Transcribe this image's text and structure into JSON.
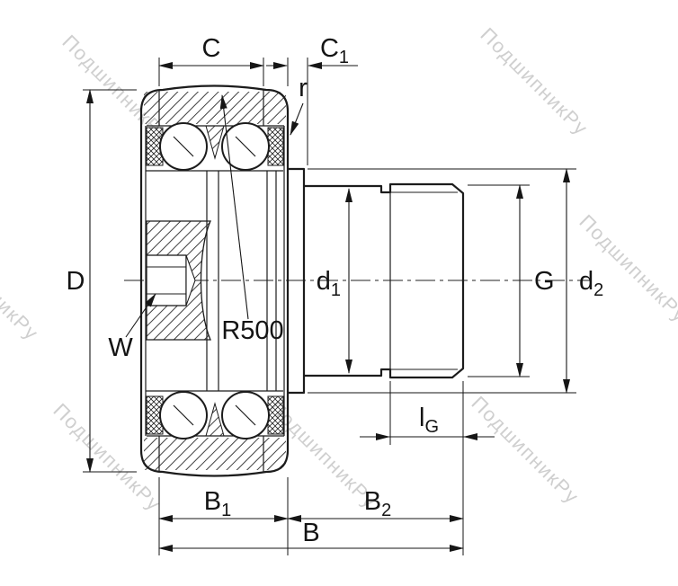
{
  "watermark": {
    "text": "ПодшипникРу"
  },
  "dimensions": {
    "C": {
      "label": "C"
    },
    "C1": {
      "label": "C",
      "sub": "1"
    },
    "r": {
      "label": "r"
    },
    "D": {
      "label": "D"
    },
    "W": {
      "label": "W"
    },
    "R500": {
      "label": "R500"
    },
    "d1": {
      "label": "d",
      "sub": "1"
    },
    "G": {
      "label": "G"
    },
    "d2": {
      "label": "d",
      "sub": "2"
    },
    "lG": {
      "label": "l",
      "sub": "G"
    },
    "B1": {
      "label": "B",
      "sub": "1"
    },
    "B2": {
      "label": "B",
      "sub": "2"
    },
    "B": {
      "label": "B"
    }
  },
  "colors": {
    "line": "#1c1c1c",
    "watermark": "#b2b2b2",
    "background": "#ffffff"
  }
}
